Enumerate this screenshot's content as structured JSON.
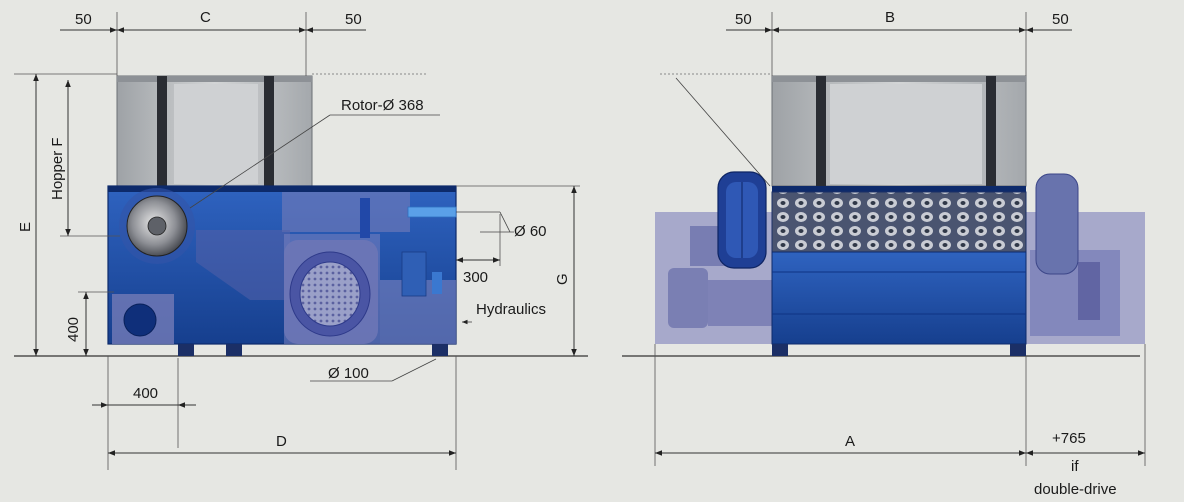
{
  "labels": {
    "side_gap_left": "50",
    "side_c": "C",
    "side_gap_right": "50",
    "hopper_f": "Hopper F",
    "e": "E",
    "rotor": "Rotor-Ø 368",
    "d60": "Ø 60",
    "d300": "300",
    "g": "G",
    "hydraulics": "Hydraulics",
    "d400_vertical": "400",
    "d100": "Ø 100",
    "d400_horizontal": "400",
    "d": "D",
    "front_gap_left": "50",
    "front_b": "B",
    "front_gap_right": "50",
    "a": "A",
    "extra_765": "+765",
    "if": "if",
    "double_drive": "double-drive"
  },
  "colors": {
    "background": "#e6e7e3",
    "machine_blue": "#1e4a9c",
    "machine_dark": "#0d2a6b",
    "hopper_grey": "#b9bcbf",
    "ghost": "#8b8fc0"
  }
}
